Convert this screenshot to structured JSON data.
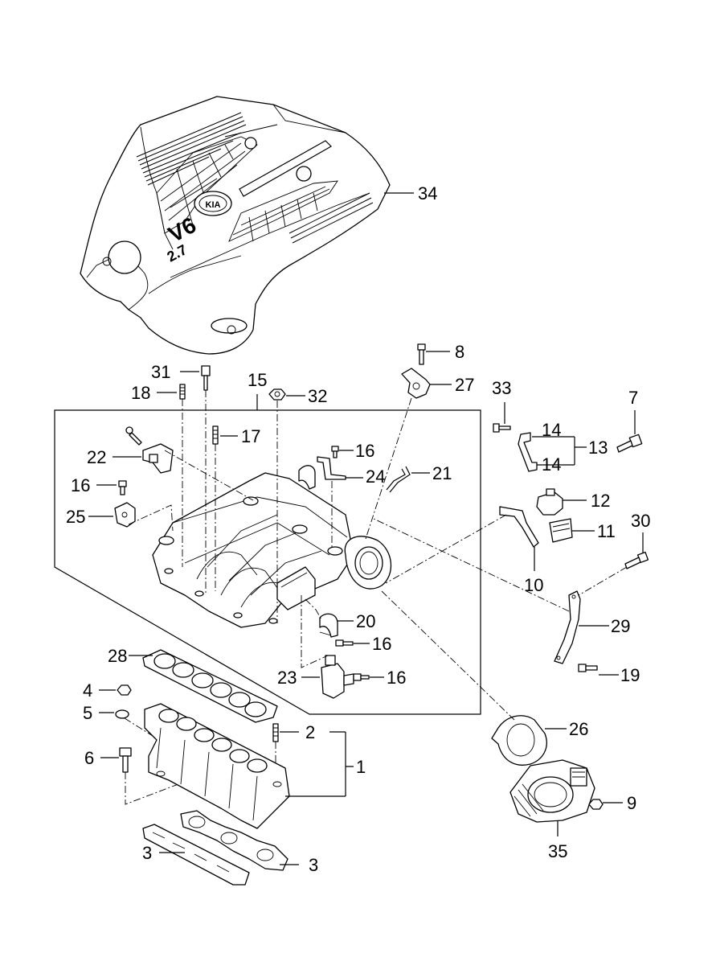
{
  "diagram": {
    "callouts": {
      "c1": "1",
      "c2": "2",
      "c3a": "3",
      "c3b": "3",
      "c4": "4",
      "c5": "5",
      "c6": "6",
      "c7": "7",
      "c8": "8",
      "c9": "9",
      "c10": "10",
      "c11": "11",
      "c12": "12",
      "c13": "13",
      "c14a": "14",
      "c14b": "14",
      "c15": "15",
      "c16a": "16",
      "c16b": "16",
      "c16c": "16",
      "c16d": "16",
      "c17": "17",
      "c18": "18",
      "c19": "19",
      "c20": "20",
      "c21": "21",
      "c22": "22",
      "c23": "23",
      "c24": "24",
      "c25": "25",
      "c26": "26",
      "c27": "27",
      "c28": "28",
      "c29": "29",
      "c30": "30",
      "c31": "31",
      "c32": "32",
      "c33": "33",
      "c34": "34",
      "c35": "35"
    },
    "cover_badge": "V6",
    "cover_displacement": "2.7",
    "cover_logo": "KIA"
  }
}
